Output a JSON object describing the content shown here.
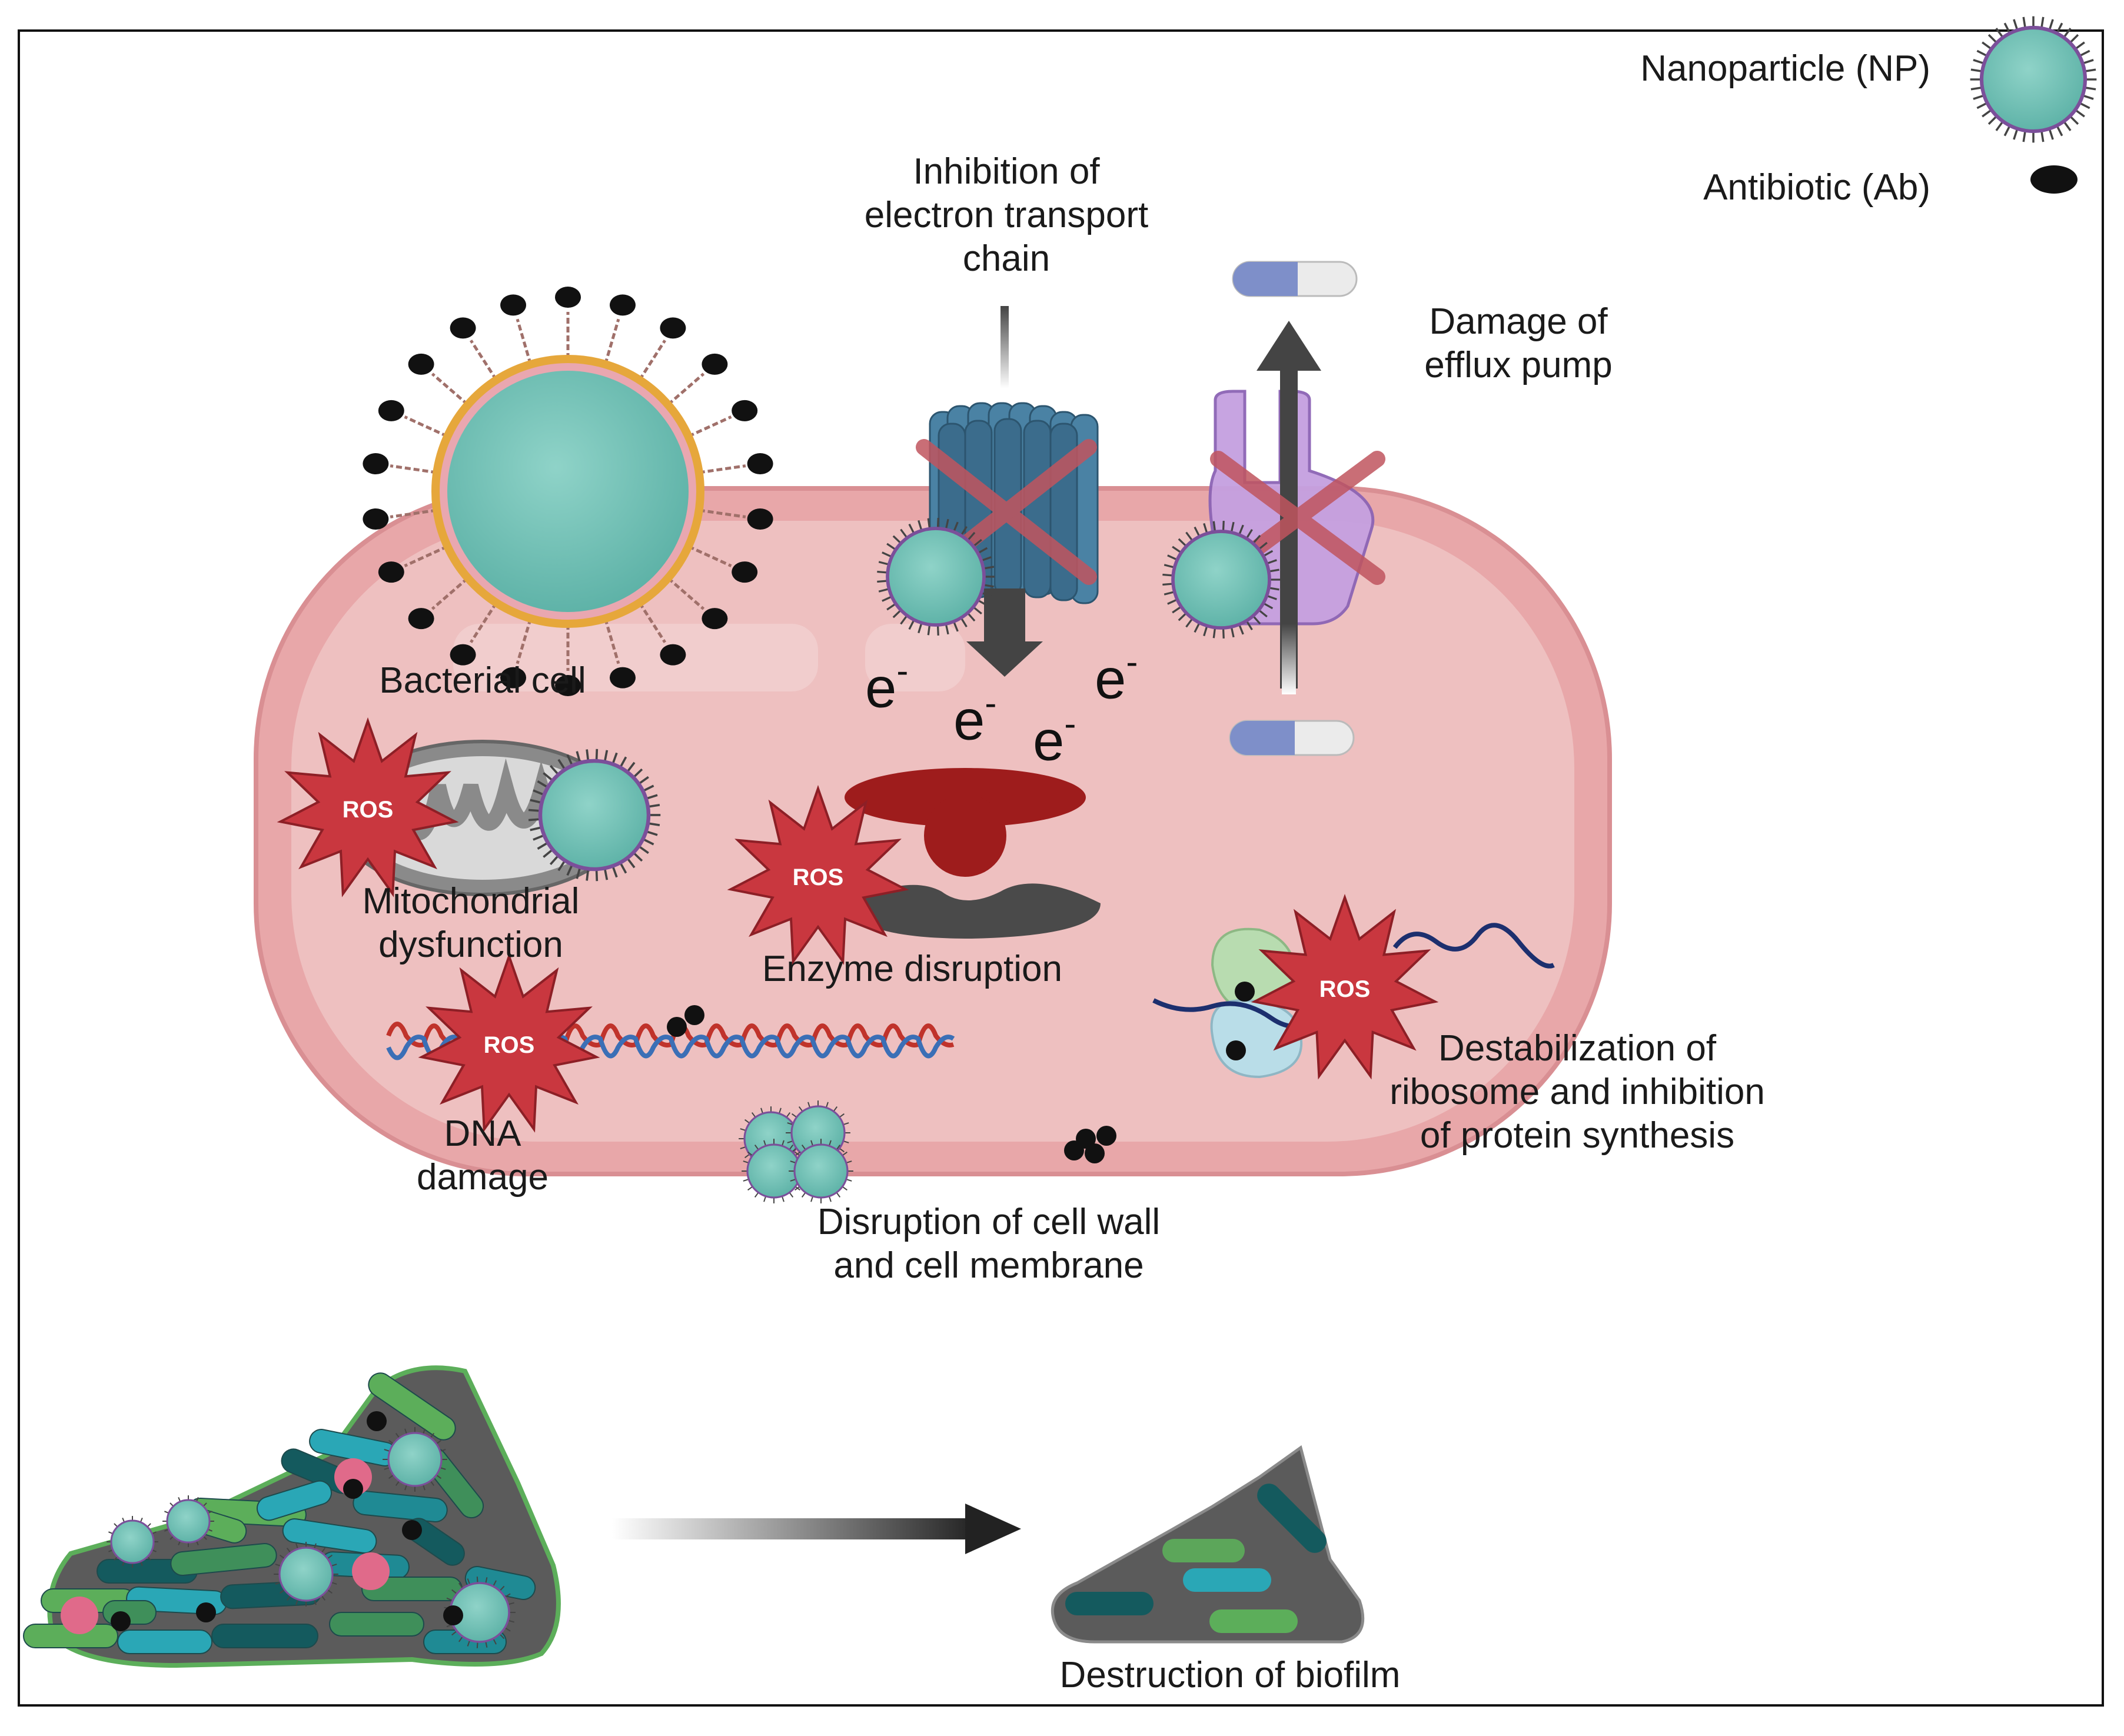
{
  "legend": {
    "nanoparticle_label": "Nanoparticle (NP)",
    "antibiotic_label": "Antibiotic (Ab)"
  },
  "labels": {
    "electron_transport": [
      "Inhibition of",
      "electron transport",
      "chain"
    ],
    "efflux_pump": [
      "Damage of",
      "efflux pump"
    ],
    "bacterial_cell": "Bacterial cell",
    "mitochondrial": [
      "Mitochondrial",
      "dysfunction"
    ],
    "enzyme": "Enzyme disruption",
    "dna": [
      "DNA",
      "damage"
    ],
    "ribosome": [
      "Destabilization of",
      "ribosome and inhibition",
      "of protein synthesis"
    ],
    "cell_wall": [
      "Disruption of cell wall",
      "and cell membrane"
    ],
    "biofilm": "Destruction of biofilm"
  },
  "ros_text": "ROS",
  "electron_text": "e",
  "electron_charge": "-",
  "colors": {
    "cell_fill": "#e8a7a9",
    "cell_inner": "#eec0c0",
    "nanoparticle": "#6fbfb3",
    "nanoparticle_ring": "#7b4f9a",
    "ros_star": "#c9373f",
    "antibiotic": "#111111",
    "etc_protein": "#3f7394",
    "efflux_pump": "#b58bd6",
    "cross": "#c0555f",
    "biofilm_matrix": "#5b5b5b"
  }
}
